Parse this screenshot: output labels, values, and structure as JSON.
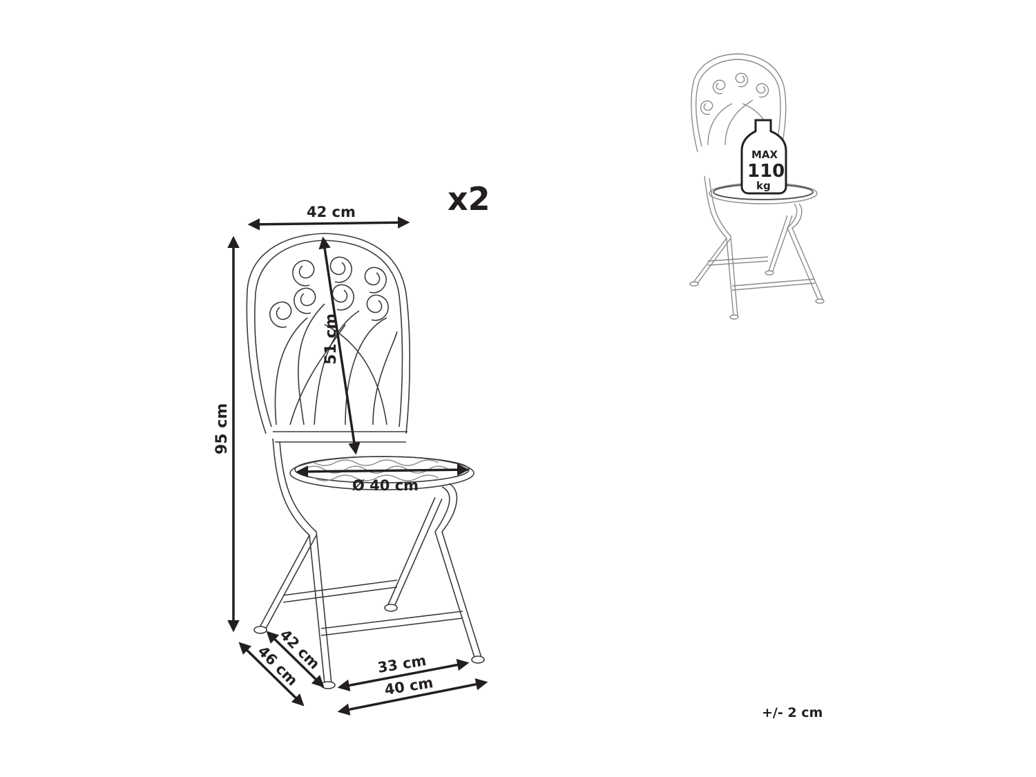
{
  "dimensions": {
    "quantity": "x2",
    "back_width": "42 cm",
    "height": "95 cm",
    "backrest_height": "51 cm",
    "seat_diameter": "Ø 40 cm",
    "depth_inner": "42 cm",
    "depth_outer": "46 cm",
    "front_width_inner": "33 cm",
    "front_width_outer": "40 cm",
    "tolerance": "+/- 2 cm"
  },
  "weight_badge": {
    "line1": "MAX",
    "line2": "110",
    "line3": "kg"
  },
  "colors": {
    "ink": "#231f20",
    "light_line": "#8a8a8a"
  }
}
